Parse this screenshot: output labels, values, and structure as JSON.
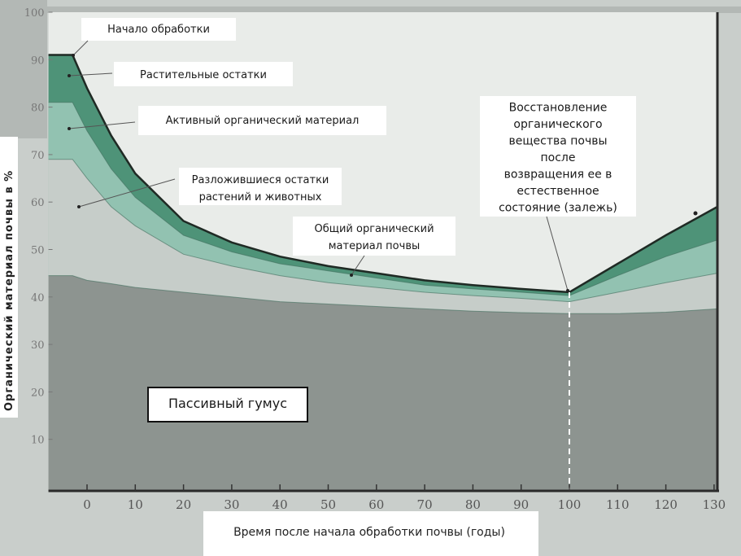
{
  "chart_data": {
    "type": "area",
    "stacked": true,
    "xlabel": "Время после начала обработки почвы (годы)",
    "ylabel": "Органический материал почвы в %",
    "xlim": [
      -8,
      130
    ],
    "ylim": [
      0,
      100
    ],
    "xticks": [
      "0",
      "10",
      "20",
      "30",
      "40",
      "50",
      "60",
      "70",
      "80",
      "90",
      "100",
      "110",
      "120",
      "130"
    ],
    "yticks": [
      "10",
      "20",
      "30",
      "40",
      "50",
      "60",
      "70",
      "80",
      "90",
      "100"
    ],
    "grid": false,
    "x": [
      -8,
      -3,
      0,
      5,
      10,
      20,
      30,
      40,
      50,
      60,
      70,
      80,
      90,
      100,
      110,
      120,
      130
    ],
    "series": [
      {
        "name": "Пассивный гумус",
        "color": "#8d9490",
        "cumulative_top": [
          44.5,
          44.5,
          43.5,
          42.8,
          42,
          41,
          40,
          39,
          38.5,
          38,
          37.5,
          37,
          36.7,
          36.5,
          36.5,
          36.8,
          37.5
        ]
      },
      {
        "name": "Разложившиеся остатки растений и животных",
        "color": "#c6cdc9",
        "cumulative_top": [
          69,
          69,
          65,
          59,
          55,
          49,
          46.5,
          44.5,
          43,
          42,
          41,
          40.3,
          39.7,
          39,
          41,
          43,
          45
        ]
      },
      {
        "name": "Активный органический материал",
        "color": "#92c2b1",
        "cumulative_top": [
          81,
          81,
          75,
          67,
          61,
          53,
          49.5,
          47,
          45.5,
          44,
          42.5,
          41.7,
          41,
          40.3,
          44.5,
          48.5,
          52
        ]
      },
      {
        "name": "Растительные остатки",
        "color": "#4e9378",
        "cumulative_top": [
          91,
          91,
          84,
          74,
          66,
          56,
          51.5,
          48.5,
          46.5,
          45,
          43.5,
          42.5,
          41.7,
          41,
          47,
          53,
          59
        ]
      }
    ],
    "total_label": "Общий органический материал почвы",
    "annotations": {
      "start": "Начало обработки",
      "plant": "Растительные остатки",
      "active": "Активный органический материал",
      "decomposed": [
        "Разложившиеся остатки",
        "растений и животных"
      ],
      "total": [
        "Общий органический",
        "материал почвы"
      ],
      "passive": "Пассивный гумус",
      "recovery": [
        "Восстановление",
        "органического",
        "вещества почвы",
        "после",
        "возвращения ее в",
        "естественное",
        "состояние (залежь)"
      ]
    },
    "marker_x": 100,
    "colors": {
      "plot_bg": "#e9ece9",
      "outline": "#1f2a24"
    }
  }
}
